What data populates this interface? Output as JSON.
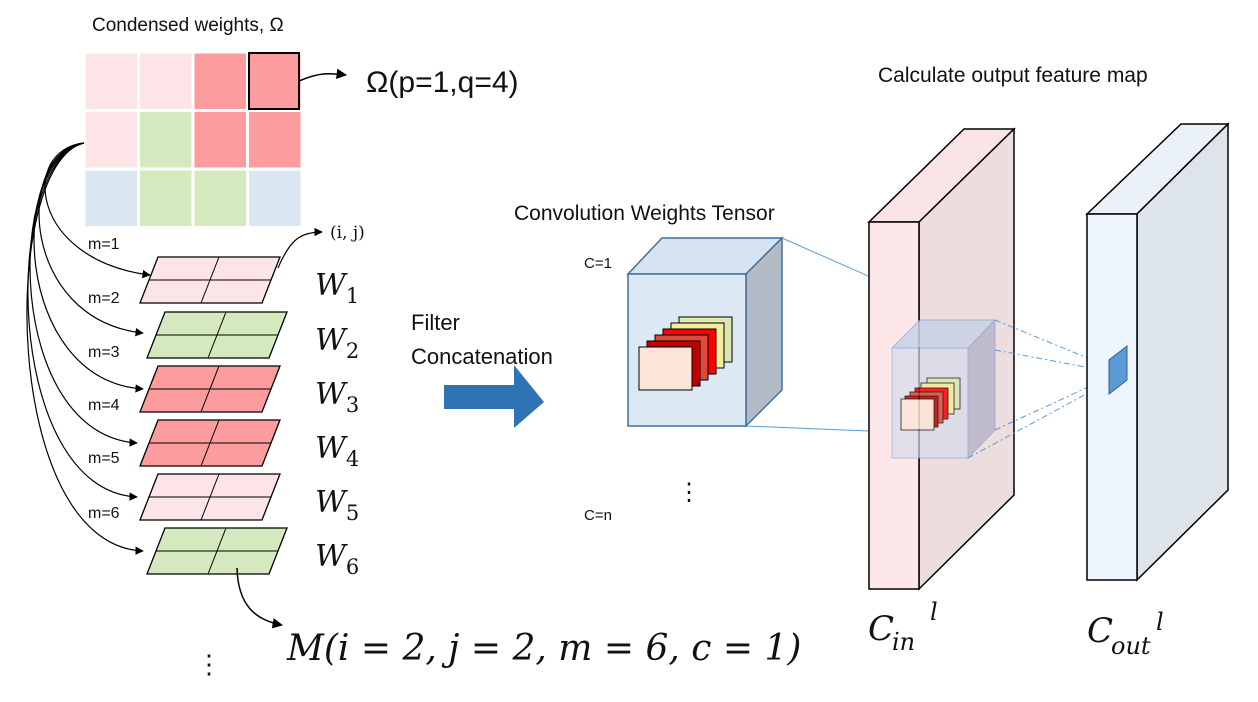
{
  "condensed": {
    "title": "Condensed weights, Ω",
    "callout": "Ω(p=1,q=4)",
    "colors": {
      "pink": "#fde4e6",
      "red": "#fd9c9e",
      "green": "#d4e9bd",
      "blue": "#dbe6f3"
    },
    "grid": [
      [
        "pink",
        "pink",
        "red",
        "red"
      ],
      [
        "pink",
        "green",
        "red",
        "red"
      ],
      [
        "blue",
        "green",
        "green",
        "blue"
      ]
    ]
  },
  "stack": {
    "ij_label": "(i, j)",
    "m_labels": [
      "m=1",
      "m=2",
      "m=3",
      "m=4",
      "m=5",
      "m=6"
    ],
    "filters": [
      {
        "w": "W",
        "sub": "1",
        "color": "pink"
      },
      {
        "w": "W",
        "sub": "2",
        "color": "green"
      },
      {
        "w": "W",
        "sub": "3",
        "color": "red"
      },
      {
        "w": "W",
        "sub": "4",
        "color": "red"
      },
      {
        "w": "W",
        "sub": "5",
        "color": "pink"
      },
      {
        "w": "W",
        "sub": "6",
        "color": "green"
      }
    ],
    "ellipsis": "⋮",
    "formula": "M(i = 2, j = 2, m = 6, c = 1)"
  },
  "concat": {
    "line1": "Filter",
    "line2": "Concatenation",
    "arrow_color": "#2e74b5"
  },
  "tensor": {
    "title": "Convolution Weights Tensor",
    "c_first": "C=1",
    "c_last": "C=n",
    "ellipsis": "⋮"
  },
  "output": {
    "title": "Calculate output feature map",
    "cin": {
      "base": "C",
      "sub": "in",
      "sup": "l"
    },
    "cout": {
      "base": "C",
      "sub": "out",
      "sup": "l"
    }
  }
}
